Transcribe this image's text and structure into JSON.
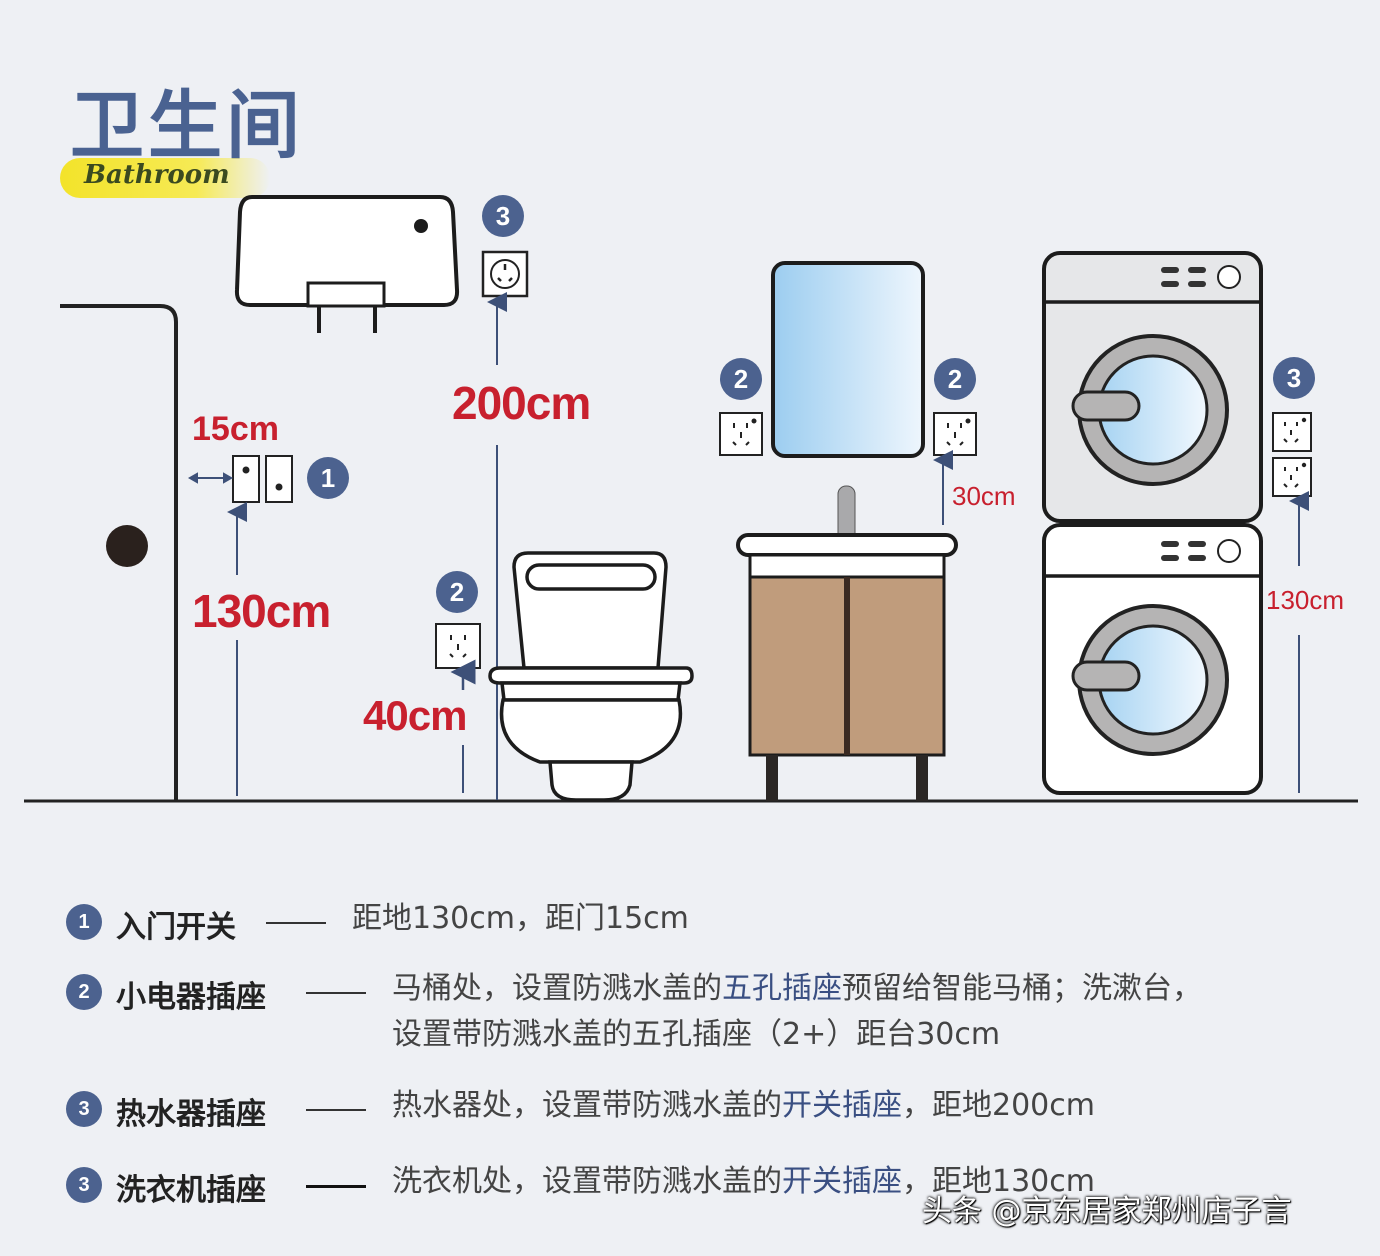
{
  "header": {
    "title": "卫生间",
    "subtitle": "Bathroom"
  },
  "diagram": {
    "dimensions": {
      "switch_from_door": "15cm",
      "switch_height": "130cm",
      "water_heater_outlet_height": "200cm",
      "toilet_outlet_height": "40cm",
      "sink_outlet_above_counter": "30cm",
      "washer_outlet_height": "130cm"
    },
    "badges": {
      "switch": "1",
      "water_heater": "3",
      "toilet": "2",
      "mirror_left": "2",
      "mirror_right": "2",
      "washer": "3"
    },
    "colors": {
      "badge": "#4c628f",
      "dimension_text": "#c8202e",
      "title": "#4a6291",
      "highlight_yellow": "#f3e32a",
      "cabinet": "#c09c7c",
      "background": "#eef0f4"
    }
  },
  "legend": [
    {
      "badge": "1",
      "name": "入门开关",
      "line1": "距地130cm，距门15cm",
      "line2": ""
    },
    {
      "badge": "2",
      "name": "小电器插座",
      "line1_a": "马桶处，设置防溅水盖的",
      "line1_hl": "五孔插座",
      "line1_b": "预留给智能马桶；洗漱台，",
      "line2": "设置带防溅水盖的五孔插座（2+）距台30cm"
    },
    {
      "badge": "3",
      "name": "热水器插座",
      "line1_a": "热水器处，设置带防溅水盖的",
      "line1_hl": "开关插座",
      "line1_b": "，距地200cm"
    },
    {
      "badge": "3",
      "name": "洗衣机插座",
      "line1_a": "洗衣机处，设置带防溅水盖的",
      "line1_hl": "开关插座",
      "line1_b": "，距地130cm"
    }
  ],
  "watermark": "头条 @京东居家郑州店子言"
}
